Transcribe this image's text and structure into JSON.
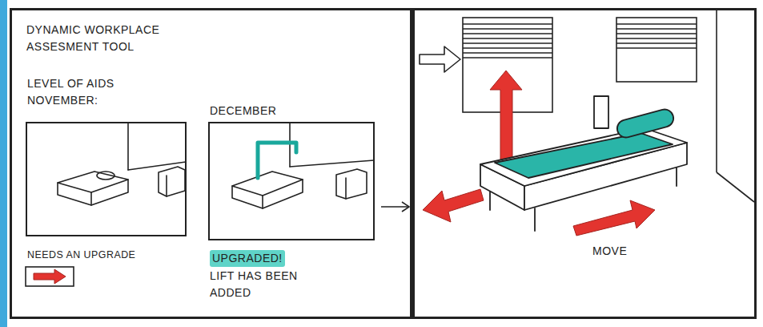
{
  "diagram": {
    "nodes": [
      {
        "text": [
          "DYNAMIC WORKPLACE ASSESMENT TOOL"
        ]
      },
      {
        "text": [
          "LEVEL OF AIDS NOVEMBER:",
          "NEEDS AN UPGRADE"
        ],
        "in": 0
      },
      {
        "text": [
          "DECEMBER",
          "UPGRADED!",
          "LIFT HAS BEEN ADDED"
        ],
        "in": 0
      },
      {
        "text": [
          "MOVE"
        ]
      }
    ],
    "edges": [
      {
        "from": 2,
        "to": 3,
        "arrow": "to"
      }
    ]
  }
}
